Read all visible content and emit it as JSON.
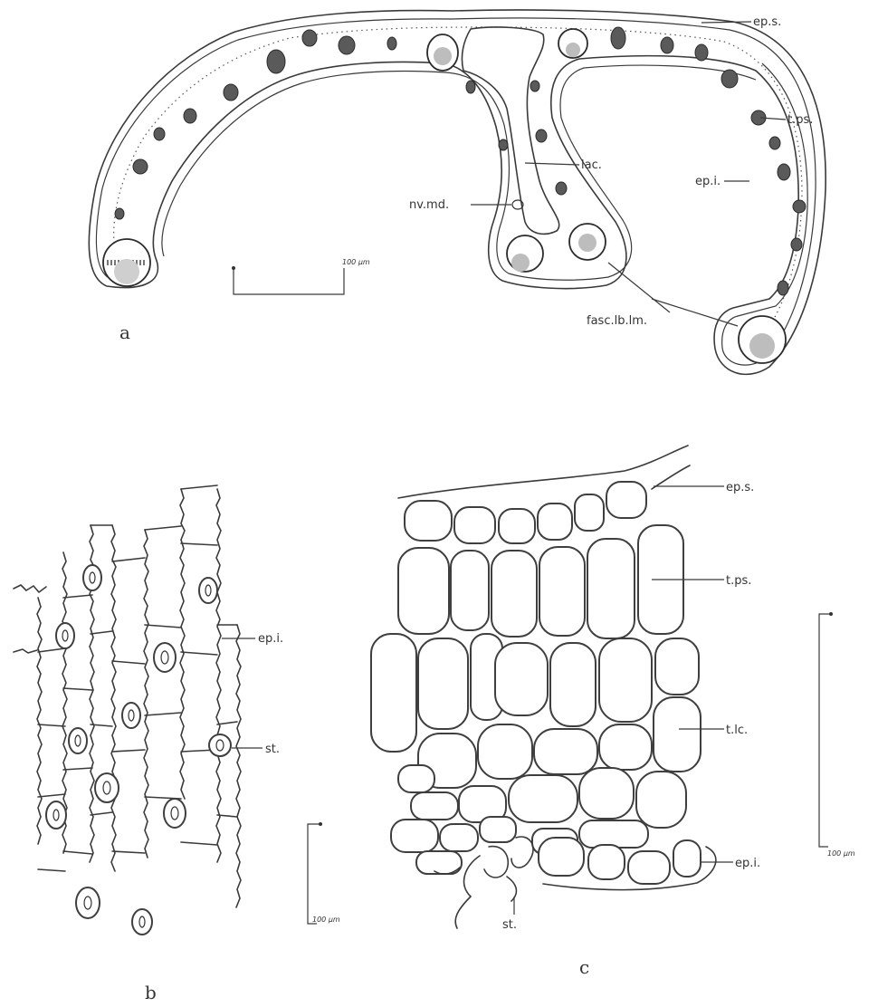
{
  "figure": {
    "panel_a": {
      "letter": "a",
      "labels": {
        "eps": "ep.s.",
        "tps": "t.ps.",
        "lac": "lac.",
        "epi": "ep.i.",
        "nvmd": "nv.md.",
        "fasc": "fasc.lb.lm."
      },
      "scale": "100 µm"
    },
    "panel_b": {
      "letter": "b",
      "labels": {
        "epi": "ep.i.",
        "st": "st."
      },
      "scale": "100 µm"
    },
    "panel_c": {
      "letter": "c",
      "labels": {
        "eps": "ep.s.",
        "tps": "t.ps.",
        "tlc": "t.lc.",
        "epi": "ep.i.",
        "st": "st."
      },
      "scale": "100 µm"
    }
  }
}
